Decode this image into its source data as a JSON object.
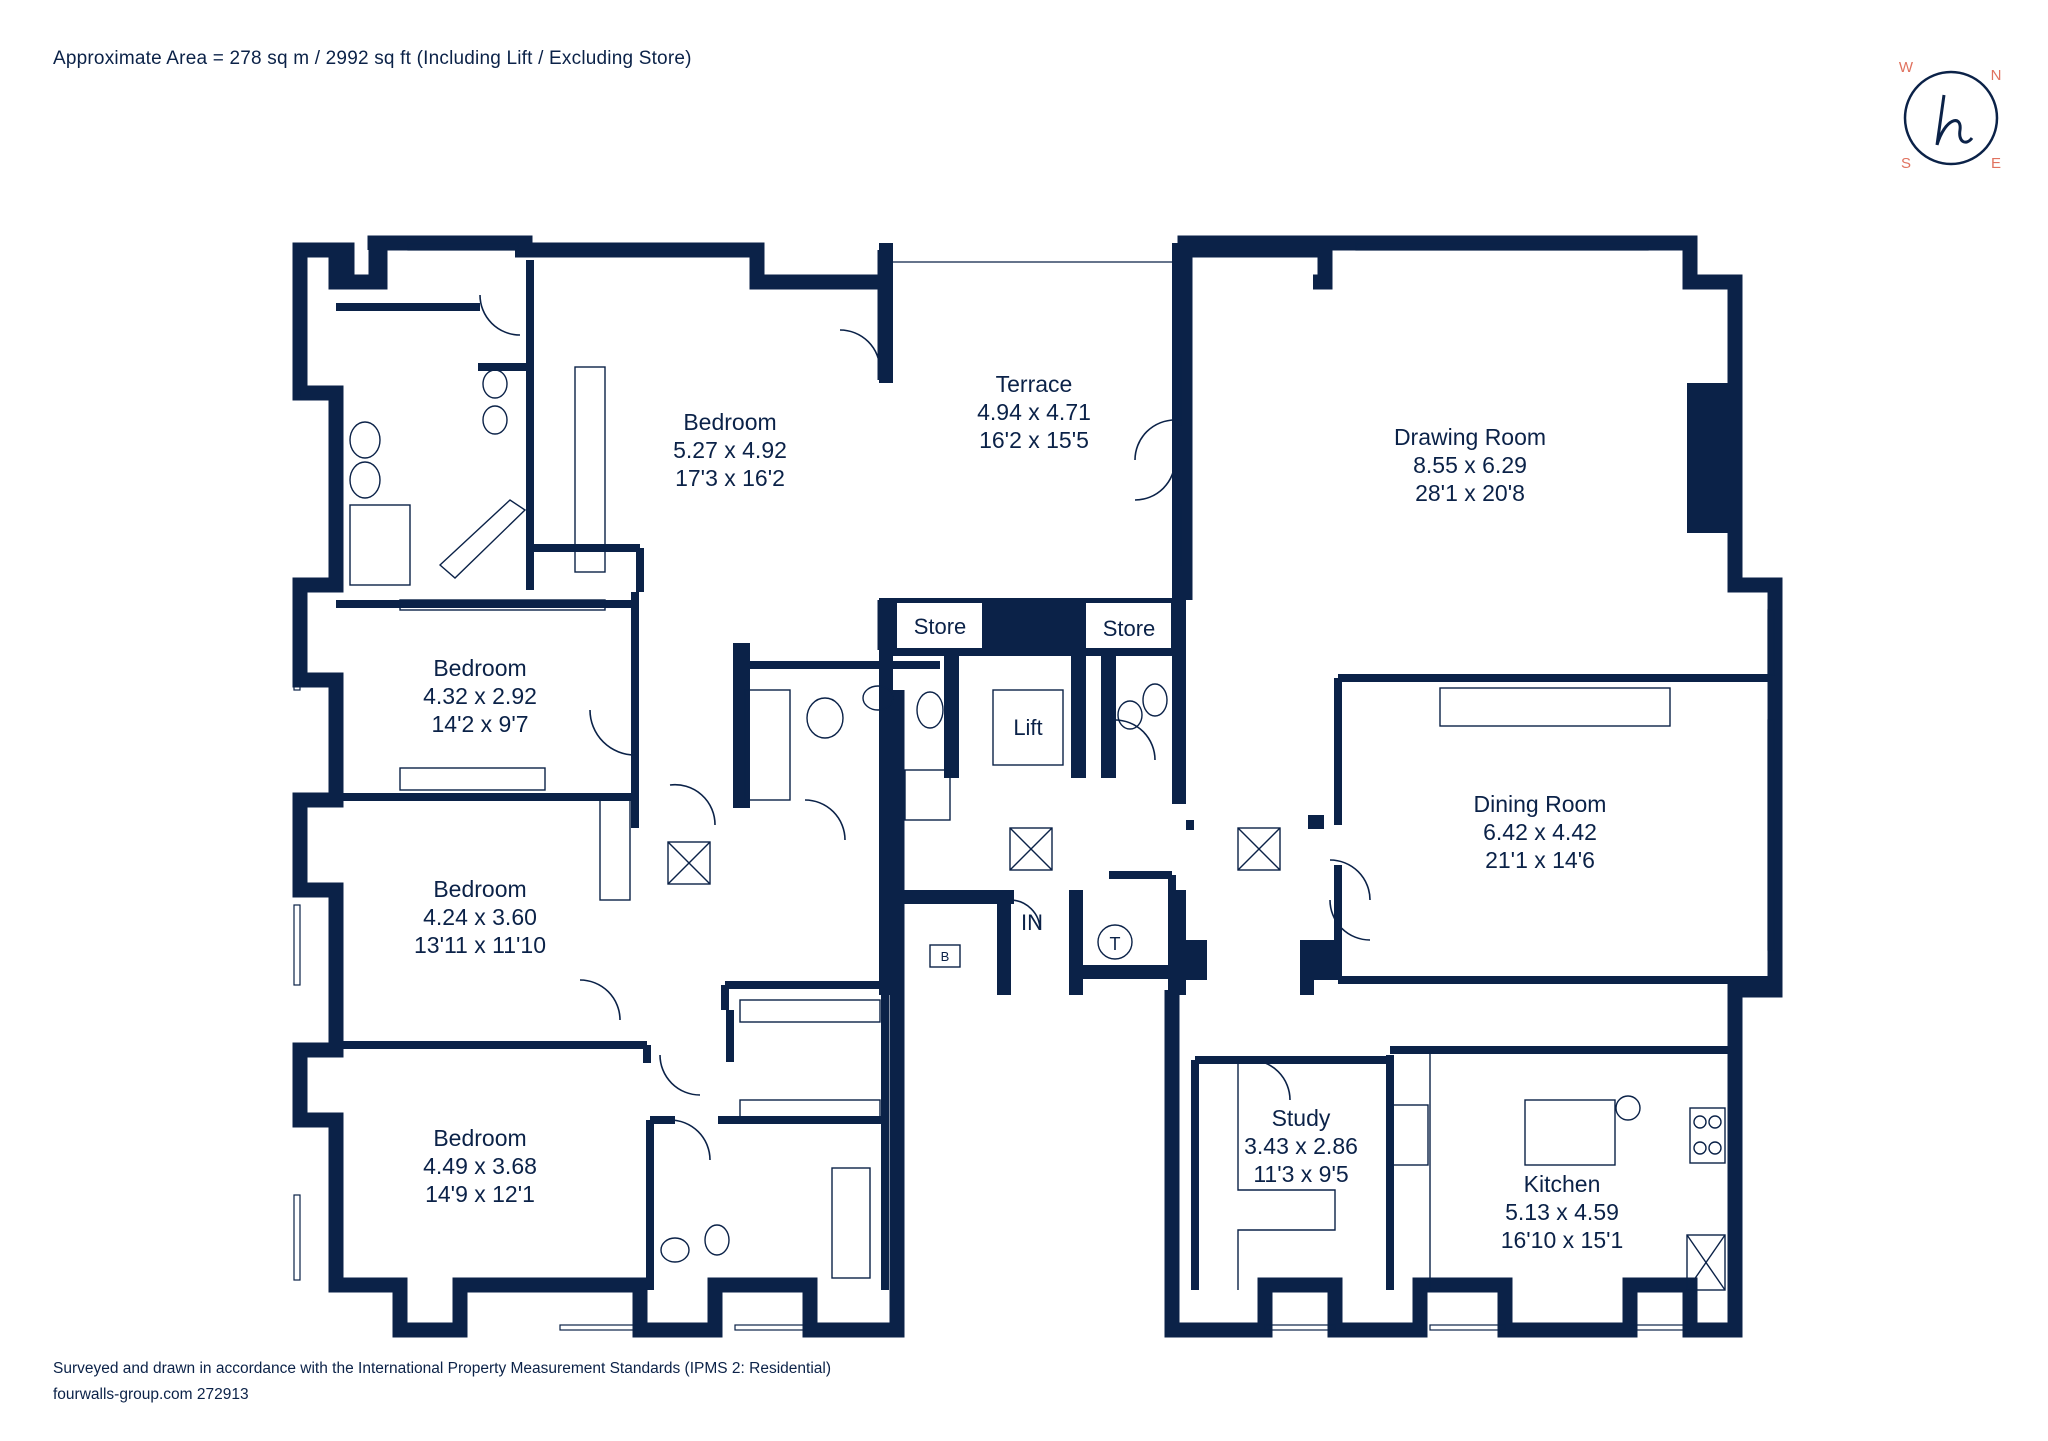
{
  "header": {
    "area_text": "Approximate Area = 278 sq m / 2992 sq ft (Including Lift / Excluding Store)"
  },
  "footer": {
    "standards_text": "Surveyed and drawn in accordance with the International Property Measurement Standards (IPMS 2: Residential)",
    "reference_text": "fourwalls-group.com 272913"
  },
  "compass": {
    "n": "N",
    "e": "E",
    "s": "S",
    "w": "W",
    "logo": "h"
  },
  "colors": {
    "wall": "#0b2248",
    "accent": "#e0725f",
    "background": "#ffffff"
  },
  "rooms": {
    "bedroom_main": {
      "name": "Bedroom",
      "metric": "5.27 x 4.92",
      "imperial": "17'3 x 16'2"
    },
    "terrace": {
      "name": "Terrace",
      "metric": "4.94 x 4.71",
      "imperial": "16'2 x 15'5"
    },
    "drawing_room": {
      "name": "Drawing Room",
      "metric": "8.55 x 6.29",
      "imperial": "28'1 x 20'8"
    },
    "bedroom_2": {
      "name": "Bedroom",
      "metric": "4.32 x 2.92",
      "imperial": "14'2 x 9'7"
    },
    "bedroom_3": {
      "name": "Bedroom",
      "metric": "4.24 x 3.60",
      "imperial": "13'11 x 11'10"
    },
    "bedroom_4": {
      "name": "Bedroom",
      "metric": "4.49 x 3.68",
      "imperial": "14'9 x 12'1"
    },
    "dining_room": {
      "name": "Dining Room",
      "metric": "6.42 x 4.42",
      "imperial": "21'1 x 14'6"
    },
    "study": {
      "name": "Study",
      "metric": "3.43 x 2.86",
      "imperial": "11'3 x 9'5"
    },
    "kitchen": {
      "name": "Kitchen",
      "metric": "5.13 x 4.59",
      "imperial": "16'10 x 15'1"
    }
  },
  "labels": {
    "store_left": "Store",
    "store_right": "Store",
    "lift": "Lift",
    "entrance": "IN",
    "boiler": "B",
    "tank": "T"
  }
}
